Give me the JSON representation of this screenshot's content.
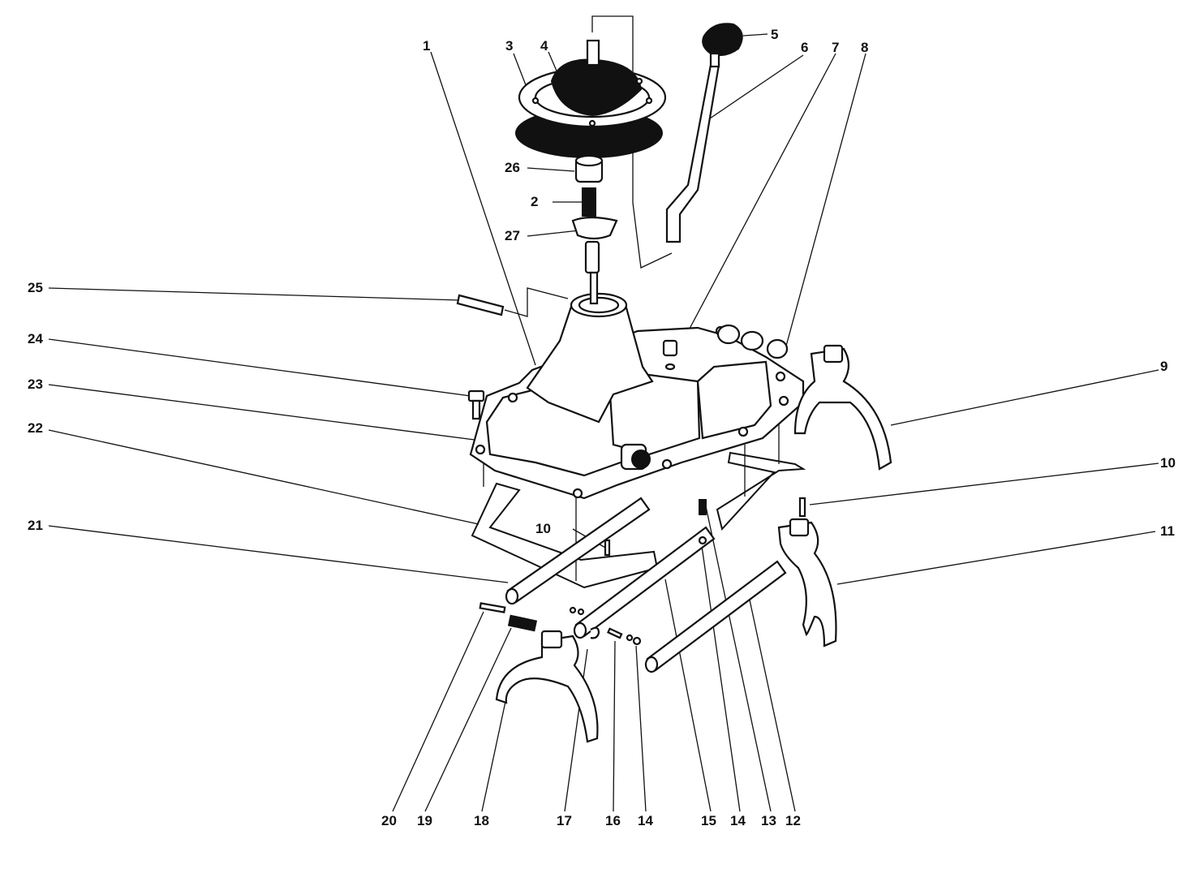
{
  "labels": [
    {
      "id": "1",
      "text": "1"
    },
    {
      "id": "2",
      "text": "2"
    },
    {
      "id": "3",
      "text": "3"
    },
    {
      "id": "4",
      "text": "4"
    },
    {
      "id": "5",
      "text": "5"
    },
    {
      "id": "6",
      "text": "6"
    },
    {
      "id": "7",
      "text": "7"
    },
    {
      "id": "8",
      "text": "8"
    },
    {
      "id": "9",
      "text": "9"
    },
    {
      "id": "10a",
      "text": "10"
    },
    {
      "id": "10b",
      "text": "10"
    },
    {
      "id": "11",
      "text": "11"
    },
    {
      "id": "12",
      "text": "12"
    },
    {
      "id": "13",
      "text": "13"
    },
    {
      "id": "14a",
      "text": "14"
    },
    {
      "id": "14b",
      "text": "14"
    },
    {
      "id": "15",
      "text": "15"
    },
    {
      "id": "16",
      "text": "16"
    },
    {
      "id": "17",
      "text": "17"
    },
    {
      "id": "18",
      "text": "18"
    },
    {
      "id": "19",
      "text": "19"
    },
    {
      "id": "20",
      "text": "20"
    },
    {
      "id": "21",
      "text": "21"
    },
    {
      "id": "22",
      "text": "22"
    },
    {
      "id": "23",
      "text": "23"
    },
    {
      "id": "24",
      "text": "24"
    },
    {
      "id": "25",
      "text": "25"
    },
    {
      "id": "26",
      "text": "26"
    },
    {
      "id": "27",
      "text": "27"
    }
  ]
}
